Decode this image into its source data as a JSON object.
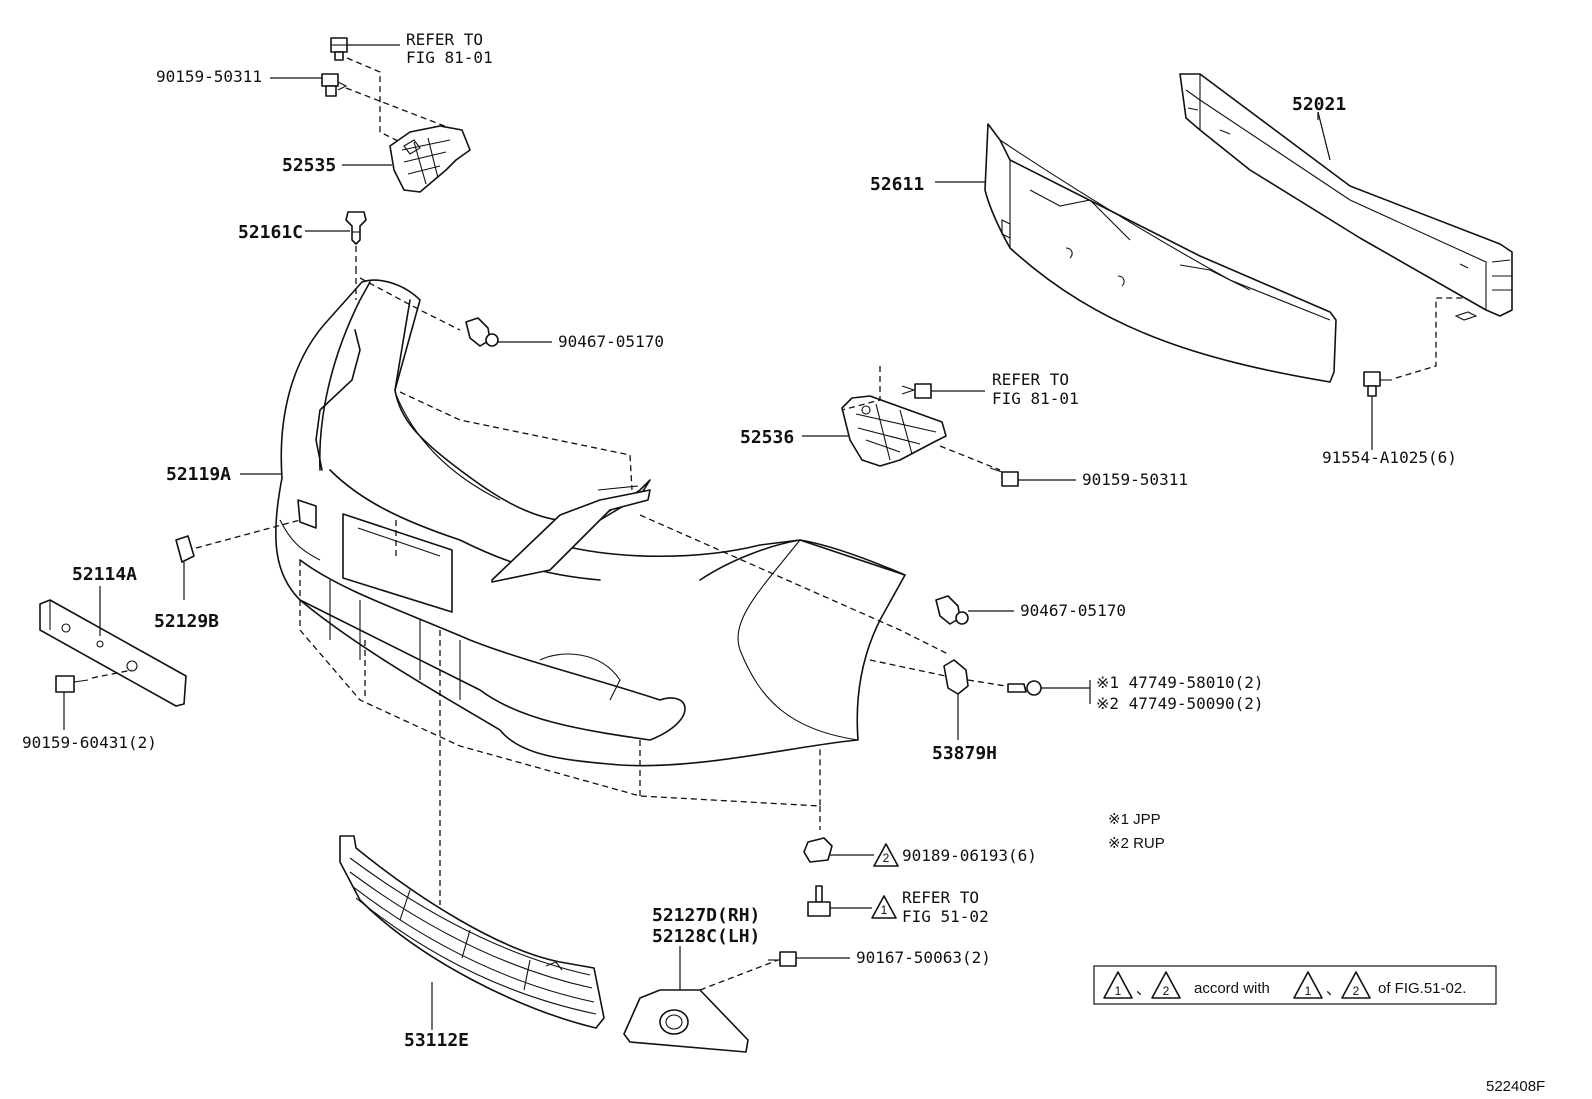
{
  "diagram_id": "522408F",
  "labels": {
    "refer_top_1": "REFER TO",
    "refer_top_2": "FIG 81-01",
    "p90159_top": "90159-50311",
    "p52535": "52535",
    "p52161C": "52161C",
    "p90467_upper": "90467-05170",
    "p52119A": "52119A",
    "p52114A": "52114A",
    "p52129B": "52129B",
    "p90159_604": "90159-60431(2)",
    "p52611": "52611",
    "p52021": "52021",
    "refer_mid_1": "REFER TO",
    "refer_mid_2": "FIG 81-01",
    "p52536": "52536",
    "p90159_mid": "90159-50311",
    "p91554": "91554-A1025(6)",
    "p90467_lower": "90467-05170",
    "p47749_1": "※1 47749-58010(2)",
    "p47749_2": "※2 47749-50090(2)",
    "p53879H": "53879H",
    "note1": "※1 JPP",
    "note2": "※2 RUP",
    "p90189": "90189-06193(6)",
    "tri2_a": "2",
    "refer_bot_1": "REFER TO",
    "refer_bot_2": "FIG 51-02",
    "tri1_a": "1",
    "p52127D": "52127D(RH)",
    "p52128C": "52128C(LH)",
    "p90167": "90167-50063(2)",
    "p53112E": "53112E"
  },
  "legend": {
    "tri1": "1",
    "sep1": "、",
    "tri2": "2",
    "accord": "accord with",
    "tri3": "1",
    "sep2": "、",
    "tri4": "2",
    "of_fig": "of FIG.51-02."
  }
}
